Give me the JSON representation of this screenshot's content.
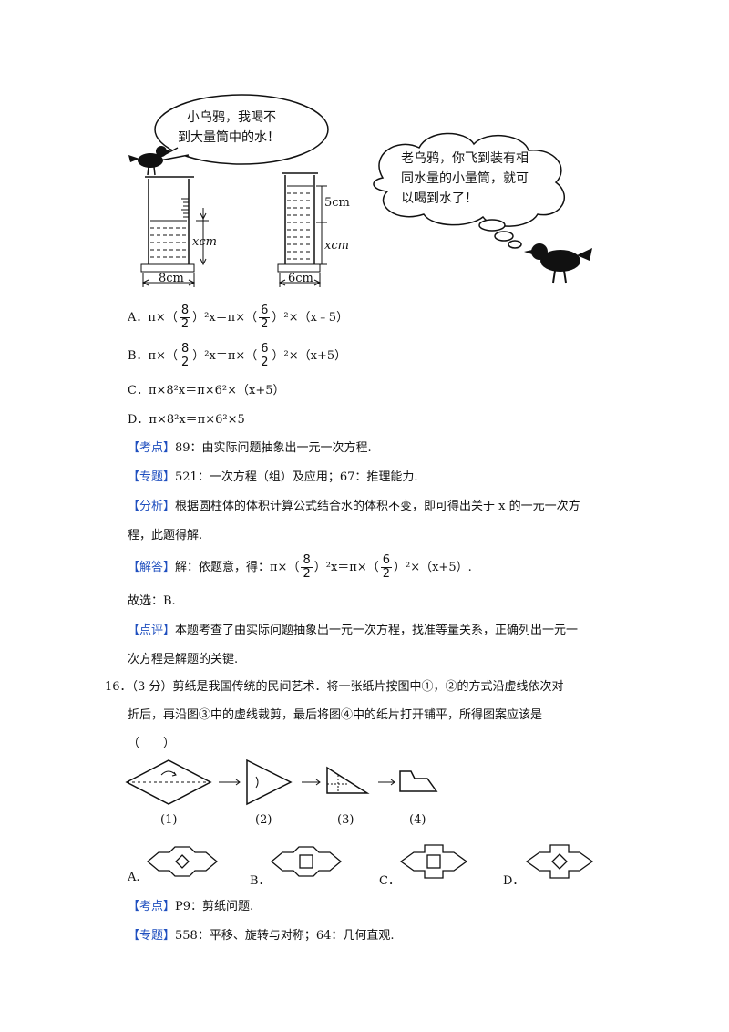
{
  "top_figure": {
    "bubble_left": [
      "小乌鸦，我喝不",
      "到大量筒中的水！"
    ],
    "bubble_right": [
      "老乌鸦，你飞到装有相",
      "同水量的小量筒，就可",
      "以喝到水了！"
    ],
    "label_x_left": "xcm",
    "label_width_left": "8cm",
    "label_5": "5cm",
    "label_x_right": "xcm",
    "label_width_right": "6cm"
  },
  "optA": {
    "prefix": "A．π×（",
    "n1": "8",
    "d1": "2",
    "mid": "）²x＝π×（",
    "n2": "6",
    "d2": "2",
    "end": "）²×（x﹣5）"
  },
  "optB": {
    "prefix": "B．π×（",
    "n1": "8",
    "d1": "2",
    "mid": "）²x＝π×（",
    "n2": "6",
    "d2": "2",
    "end": "）²×（x+5）"
  },
  "optC": "C．π×8²x＝π×6²×（x+5）",
  "optD": "D．π×8²x＝π×6²×5",
  "kaodian1": {
    "tag": "【考点】",
    "text": "89：由实际问题抽象出一元一次方程."
  },
  "zhuanti1": {
    "tag": "【专题】",
    "text": "521：一次方程（组）及应用；67：推理能力."
  },
  "fenxi": {
    "tag": "【分析】",
    "text1": "根据圆柱体的体积计算公式结合水的体积不变，即可得出关于 x 的一元一次方",
    "text2": "程，此题得解."
  },
  "jieda": {
    "tag": "【解答】",
    "prefix": "解：依题意，得：π×（",
    "n1": "8",
    "d1": "2",
    "mid": "）²x＝π×（",
    "n2": "6",
    "d2": "2",
    "end": "）²×（x+5）."
  },
  "guxuan": "故选：B.",
  "dianping": {
    "tag": "【点评】",
    "text1": "本题考查了由实际问题抽象出一元一次方程，找准等量关系，正确列出一元一",
    "text2": "次方程是解题的关键."
  },
  "q16": {
    "line1": "16．（3 分）剪纸是我国传统的民间艺术．将一张纸片按图中①，②的方式沿虚线依次对",
    "line2": "折后，再沿图③中的虚线裁剪，最后将图④中的纸片打开铺平，所得图案应该是",
    "line3": "（　　）",
    "fig_labels": [
      "(1)",
      "(2)",
      "(3)",
      "(4)"
    ],
    "choices": [
      "A.",
      "B．",
      "C．",
      "D．"
    ]
  },
  "kaodian2": {
    "tag": "【考点】",
    "text": "P9：剪纸问题."
  },
  "zhuanti2": {
    "tag": "【专题】",
    "text": "558：平移、旋转与对称；64：几何直观."
  }
}
